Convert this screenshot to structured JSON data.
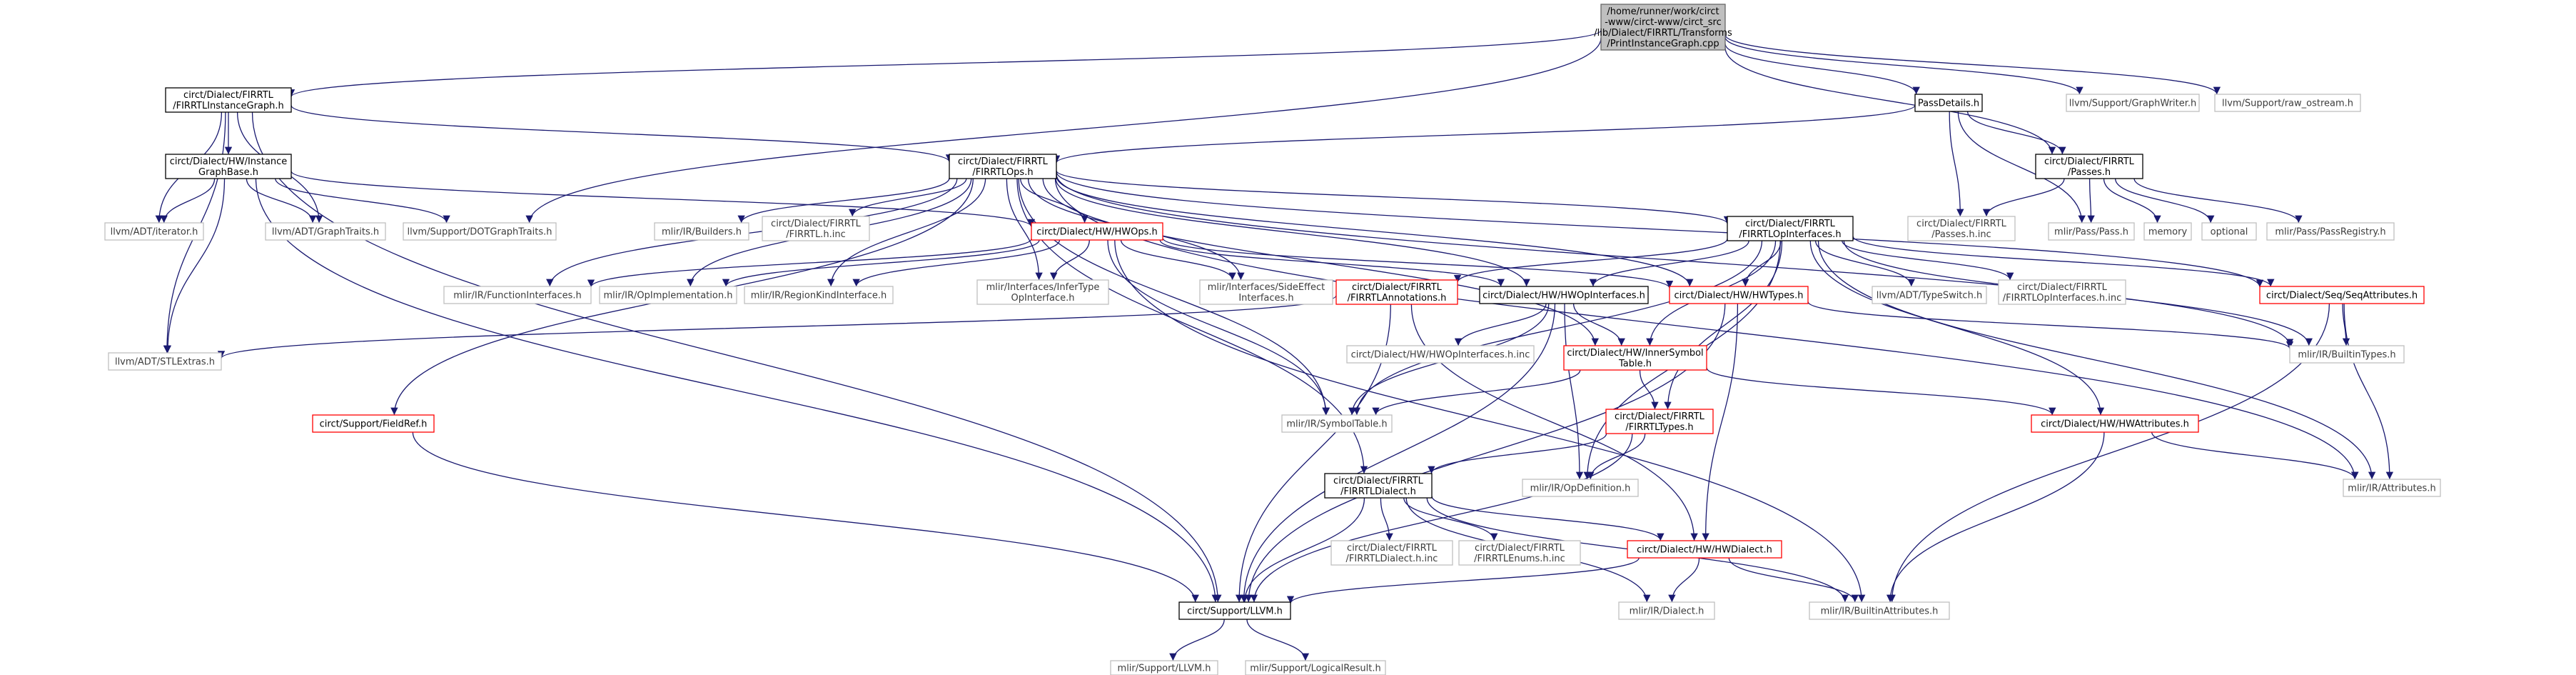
{
  "diagram": {
    "type": "include-dependency-graph",
    "colors": {
      "edge": "#191970",
      "edge_alt": "#63b8ff",
      "border_root": "#666666",
      "fill_root": "#bfbfbf",
      "border_doc": "#000000",
      "border_incomplete": "#ff0000",
      "border_external": "#bfbfbf"
    },
    "nodes": [
      {
        "id": "root",
        "kind": "root",
        "lines": [
          "/home/runner/work/circt",
          "-www/circt-www/circt_src",
          "/lib/Dialect/FIRRTL/Transforms",
          "/PrintInstanceGraph.cpp"
        ]
      },
      {
        "id": "instgraph",
        "kind": "doc",
        "lines": [
          "circt/Dialect/FIRRTL",
          "/FIRRTLInstanceGraph.h"
        ]
      },
      {
        "id": "passdetails",
        "kind": "doc",
        "lines": [
          "PassDetails.h"
        ]
      },
      {
        "id": "graphwriter",
        "kind": "ext",
        "lines": [
          "llvm/Support/GraphWriter.h"
        ]
      },
      {
        "id": "rawostream",
        "kind": "ext",
        "lines": [
          "llvm/Support/raw_ostream.h"
        ]
      },
      {
        "id": "hwinstgraph",
        "kind": "doc",
        "lines": [
          "circt/Dialect/HW/Instance",
          "GraphBase.h"
        ]
      },
      {
        "id": "firrtlops",
        "kind": "doc",
        "lines": [
          "circt/Dialect/FIRRTL",
          "/FIRRTLOps.h"
        ]
      },
      {
        "id": "passes",
        "kind": "doc",
        "lines": [
          "circt/Dialect/FIRRTL",
          "/Passes.h"
        ]
      },
      {
        "id": "iterator",
        "kind": "ext",
        "lines": [
          "llvm/ADT/iterator.h"
        ]
      },
      {
        "id": "graphtraits",
        "kind": "ext",
        "lines": [
          "llvm/ADT/GraphTraits.h"
        ]
      },
      {
        "id": "dotgraph",
        "kind": "ext",
        "lines": [
          "llvm/Support/DOTGraphTraits.h"
        ]
      },
      {
        "id": "builders",
        "kind": "ext",
        "lines": [
          "mlir/IR/Builders.h"
        ]
      },
      {
        "id": "firrtlinc",
        "kind": "ext",
        "lines": [
          "circt/Dialect/FIRRTL",
          "/FIRRTL.h.inc"
        ]
      },
      {
        "id": "hwops",
        "kind": "incomplete",
        "lines": [
          "circt/Dialect/HW/HWOps.h"
        ]
      },
      {
        "id": "opinterfaces",
        "kind": "doc",
        "lines": [
          "circt/Dialect/FIRRTL",
          "/FIRRTLOpInterfaces.h"
        ]
      },
      {
        "id": "passesinc",
        "kind": "ext",
        "lines": [
          "circt/Dialect/FIRRTL",
          "/Passes.h.inc"
        ]
      },
      {
        "id": "passpass",
        "kind": "ext",
        "lines": [
          "mlir/Pass/Pass.h"
        ]
      },
      {
        "id": "memory",
        "kind": "ext",
        "lines": [
          "memory"
        ]
      },
      {
        "id": "optional",
        "kind": "ext",
        "lines": [
          "optional"
        ]
      },
      {
        "id": "passregistry",
        "kind": "ext",
        "lines": [
          "mlir/Pass/PassRegistry.h"
        ]
      },
      {
        "id": "funcinterfaces",
        "kind": "ext",
        "lines": [
          "mlir/IR/FunctionInterfaces.h"
        ]
      },
      {
        "id": "opimpl",
        "kind": "ext",
        "lines": [
          "mlir/IR/OpImplementation.h"
        ]
      },
      {
        "id": "regionkind",
        "kind": "ext",
        "lines": [
          "mlir/IR/RegionKindInterface.h"
        ]
      },
      {
        "id": "infertype",
        "kind": "ext",
        "lines": [
          "mlir/Interfaces/InferType",
          "OpInterface.h"
        ]
      },
      {
        "id": "sideeffect",
        "kind": "ext",
        "lines": [
          "mlir/Interfaces/SideEffect",
          "Interfaces.h"
        ]
      },
      {
        "id": "annotations",
        "kind": "incomplete",
        "lines": [
          "circt/Dialect/FIRRTL",
          "/FIRRTLAnnotations.h"
        ]
      },
      {
        "id": "hwopinterfaces",
        "kind": "doc",
        "lines": [
          "circt/Dialect/HW/HWOpInterfaces.h"
        ]
      },
      {
        "id": "hwtypes",
        "kind": "incomplete",
        "lines": [
          "circt/Dialect/HW/HWTypes.h"
        ]
      },
      {
        "id": "typeswitch",
        "kind": "ext",
        "lines": [
          "llvm/ADT/TypeSwitch.h"
        ]
      },
      {
        "id": "opinterfacesinc",
        "kind": "ext",
        "lines": [
          "circt/Dialect/FIRRTL",
          "/FIRRTLOpInterfaces.h.inc"
        ]
      },
      {
        "id": "seqattrs",
        "kind": "incomplete",
        "lines": [
          "circt/Dialect/Seq/SeqAttributes.h"
        ]
      },
      {
        "id": "stlextras",
        "kind": "ext",
        "lines": [
          "llvm/ADT/STLExtras.h"
        ]
      },
      {
        "id": "hwopinterfacesinc",
        "kind": "ext",
        "lines": [
          "circt/Dialect/HW/HWOpInterfaces.h.inc"
        ]
      },
      {
        "id": "innersym",
        "kind": "incomplete",
        "lines": [
          "circt/Dialect/HW/InnerSymbol",
          "Table.h"
        ]
      },
      {
        "id": "builtintypes",
        "kind": "ext",
        "lines": [
          "mlir/IR/BuiltinTypes.h"
        ]
      },
      {
        "id": "fieldref",
        "kind": "incomplete",
        "lines": [
          "circt/Support/FieldRef.h"
        ]
      },
      {
        "id": "symboltable",
        "kind": "ext",
        "lines": [
          "mlir/IR/SymbolTable.h"
        ]
      },
      {
        "id": "firrtltypes",
        "kind": "incomplete",
        "lines": [
          "circt/Dialect/FIRRTL",
          "/FIRRTLTypes.h"
        ]
      },
      {
        "id": "hwattrs",
        "kind": "incomplete",
        "lines": [
          "circt/Dialect/HW/HWAttributes.h"
        ]
      },
      {
        "id": "firrtldialect",
        "kind": "doc",
        "lines": [
          "circt/Dialect/FIRRTL",
          "/FIRRTLDialect.h"
        ]
      },
      {
        "id": "opdefinition",
        "kind": "ext",
        "lines": [
          "mlir/IR/OpDefinition.h"
        ]
      },
      {
        "id": "attributes",
        "kind": "ext",
        "lines": [
          "mlir/IR/Attributes.h"
        ]
      },
      {
        "id": "firrtldialectinc",
        "kind": "ext",
        "lines": [
          "circt/Dialect/FIRRTL",
          "/FIRRTLDialect.h.inc"
        ]
      },
      {
        "id": "firrtlenumsinc",
        "kind": "ext",
        "lines": [
          "circt/Dialect/FIRRTL",
          "/FIRRTLEnums.h.inc"
        ]
      },
      {
        "id": "hwdialect",
        "kind": "incomplete",
        "lines": [
          "circt/Dialect/HW/HWDialect.h"
        ]
      },
      {
        "id": "irdialect",
        "kind": "ext",
        "lines": [
          "mlir/IR/Dialect.h"
        ]
      },
      {
        "id": "builtinattrs",
        "kind": "ext",
        "lines": [
          "mlir/IR/BuiltinAttributes.h"
        ]
      },
      {
        "id": "circtllvm",
        "kind": "doc",
        "lines": [
          "circt/Support/LLVM.h"
        ]
      },
      {
        "id": "mlirllvm",
        "kind": "ext",
        "lines": [
          "mlir/Support/LLVM.h"
        ]
      },
      {
        "id": "logicalresult",
        "kind": "ext",
        "lines": [
          "mlir/Support/LogicalResult.h"
        ]
      }
    ],
    "edges": [
      [
        "root",
        "instgraph"
      ],
      [
        "root",
        "dotgraph"
      ],
      [
        "root",
        "passdetails"
      ],
      [
        "root",
        "passes"
      ],
      [
        "root",
        "graphwriter"
      ],
      [
        "root",
        "rawostream"
      ],
      [
        "instgraph",
        "hwinstgraph"
      ],
      [
        "instgraph",
        "firrtlops"
      ],
      [
        "instgraph",
        "iterator"
      ],
      [
        "instgraph",
        "graphtraits"
      ],
      [
        "instgraph",
        "stlextras"
      ],
      [
        "instgraph",
        "circtllvm"
      ],
      [
        "passdetails",
        "firrtlops"
      ],
      [
        "passdetails",
        "passes"
      ],
      [
        "passdetails",
        "passesinc"
      ],
      [
        "passdetails",
        "passpass"
      ],
      [
        "passes",
        "passesinc"
      ],
      [
        "passes",
        "passpass"
      ],
      [
        "passes",
        "memory"
      ],
      [
        "passes",
        "optional"
      ],
      [
        "passes",
        "passregistry"
      ],
      [
        "hwinstgraph",
        "hwops"
      ],
      [
        "hwinstgraph",
        "iterator"
      ],
      [
        "hwinstgraph",
        "graphtraits"
      ],
      [
        "hwinstgraph",
        "dotgraph"
      ],
      [
        "hwinstgraph",
        "stlextras"
      ],
      [
        "hwinstgraph",
        "circtllvm"
      ],
      [
        "firrtlops",
        "builders"
      ],
      [
        "firrtlops",
        "firrtlinc"
      ],
      [
        "firrtlops",
        "hwops"
      ],
      [
        "firrtlops",
        "opinterfaces"
      ],
      [
        "firrtlops",
        "funcinterfaces"
      ],
      [
        "firrtlops",
        "opimpl"
      ],
      [
        "firrtlops",
        "regionkind"
      ],
      [
        "firrtlops",
        "infertype"
      ],
      [
        "firrtlops",
        "sideeffect"
      ],
      [
        "firrtlops",
        "hwopinterfaces"
      ],
      [
        "firrtlops",
        "hwtypes"
      ],
      [
        "firrtlops",
        "innersym"
      ],
      [
        "firrtlops",
        "symboltable"
      ],
      [
        "firrtlops",
        "fieldref"
      ],
      [
        "firrtlops",
        "firrtldialect"
      ],
      [
        "firrtlops",
        "builtintypes"
      ],
      [
        "firrtlops",
        "attributes"
      ],
      [
        "firrtlops",
        "seqattrs"
      ],
      [
        "hwops",
        "funcinterfaces"
      ],
      [
        "hwops",
        "opimpl"
      ],
      [
        "hwops",
        "regionkind"
      ],
      [
        "hwops",
        "infertype"
      ],
      [
        "hwops",
        "sideeffect"
      ],
      [
        "hwops",
        "hwopinterfaces"
      ],
      [
        "hwops",
        "hwtypes"
      ],
      [
        "hwops",
        "symboltable"
      ],
      [
        "hwops",
        "builtinattrs"
      ],
      [
        "opinterfaces",
        "annotations"
      ],
      [
        "opinterfaces",
        "hwopinterfaces"
      ],
      [
        "opinterfaces",
        "hwtypes"
      ],
      [
        "opinterfaces",
        "typeswitch"
      ],
      [
        "opinterfaces",
        "opinterfacesinc"
      ],
      [
        "opinterfaces",
        "seqattrs"
      ],
      [
        "opinterfaces",
        "innersym"
      ],
      [
        "opinterfaces",
        "builtintypes"
      ],
      [
        "opinterfaces",
        "symboltable"
      ],
      [
        "opinterfaces",
        "firrtltypes"
      ],
      [
        "opinterfaces",
        "hwattrs"
      ],
      [
        "opinterfaces",
        "opdefinition"
      ],
      [
        "opinterfaces",
        "attributes"
      ],
      [
        "annotations",
        "stlextras"
      ],
      [
        "annotations",
        "circtllvm"
      ],
      [
        "annotations",
        "hwdialect"
      ],
      [
        "hwopinterfaces",
        "hwopinterfacesinc"
      ],
      [
        "hwopinterfaces",
        "innersym"
      ],
      [
        "hwopinterfaces",
        "symboltable"
      ],
      [
        "hwopinterfaces",
        "opdefinition"
      ],
      [
        "hwopinterfaces",
        "circtllvm"
      ],
      [
        "hwtypes",
        "builtintypes"
      ],
      [
        "hwtypes",
        "hwdialect"
      ],
      [
        "hwtypes",
        "circtllvm"
      ],
      [
        "seqattrs",
        "builtintypes"
      ],
      [
        "seqattrs",
        "attributes"
      ],
      [
        "seqattrs",
        "builtinattrs"
      ],
      [
        "innersym",
        "symboltable"
      ],
      [
        "innersym",
        "firrtltypes"
      ],
      [
        "innersym",
        "hwattrs"
      ],
      [
        "fieldref",
        "circtllvm"
      ],
      [
        "firrtltypes",
        "firrtldialect"
      ],
      [
        "firrtltypes",
        "opdefinition"
      ],
      [
        "firrtltypes",
        "circtllvm"
      ],
      [
        "hwattrs",
        "attributes"
      ],
      [
        "hwattrs",
        "builtinattrs"
      ],
      [
        "firrtldialect",
        "firrtldialectinc"
      ],
      [
        "firrtldialect",
        "firrtlenumsinc"
      ],
      [
        "firrtldialect",
        "hwdialect"
      ],
      [
        "firrtldialect",
        "irdialect"
      ],
      [
        "firrtldialect",
        "builtinattrs"
      ],
      [
        "firrtldialect",
        "circtllvm"
      ],
      [
        "hwdialect",
        "irdialect"
      ],
      [
        "hwdialect",
        "builtinattrs"
      ],
      [
        "hwdialect",
        "circtllvm"
      ],
      [
        "circtllvm",
        "mlirllvm"
      ],
      [
        "circtllvm",
        "logicalresult"
      ]
    ]
  }
}
